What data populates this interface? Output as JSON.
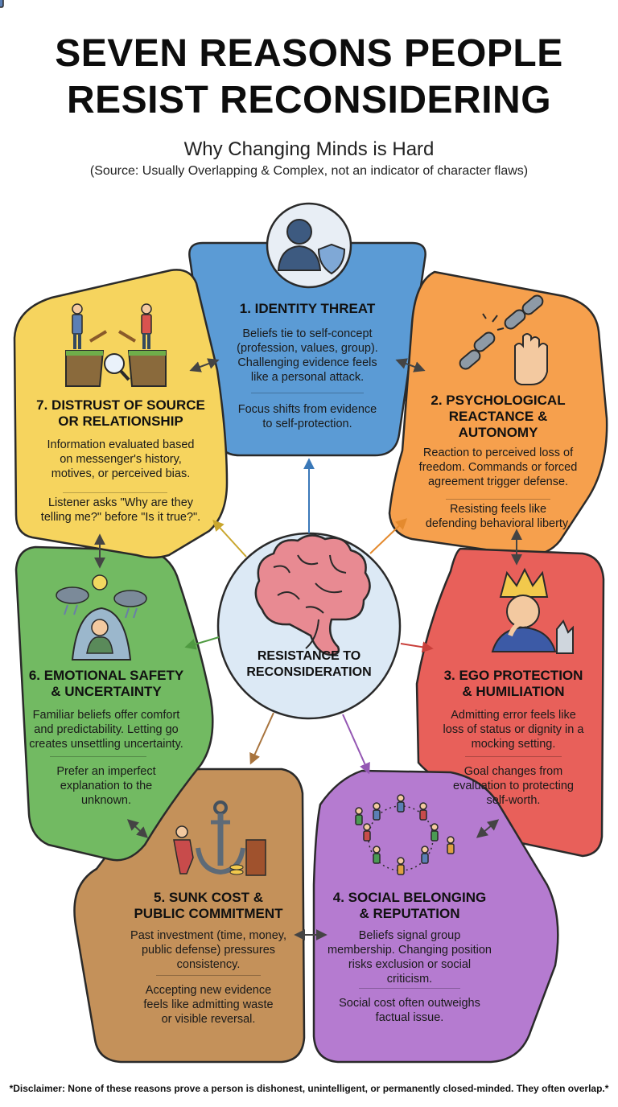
{
  "header": {
    "title_line1": "SEVEN REASONS PEOPLE",
    "title_line2": "RESIST RECONSIDERING",
    "subtitle": "Why Changing Minds is Hard",
    "source": "(Source: Usually Overlapping & Complex, not an indicator of character flaws)"
  },
  "center": {
    "label_line1": "RESISTANCE TO",
    "label_line2": "RECONSIDERATION"
  },
  "reasons": [
    {
      "title_lines": [
        "1. IDENTITY THREAT"
      ],
      "desc_lines": [
        "Beliefs tie to self-concept",
        "(profession, values, group).",
        "Challenging evidence feels",
        "like a personal attack."
      ],
      "note_lines": [
        "Focus shifts from evidence",
        "to self-protection."
      ]
    },
    {
      "title_lines": [
        "2. PSYCHOLOGICAL",
        "REACTANCE &",
        "AUTONOMY"
      ],
      "desc_lines": [
        "Reaction to perceived loss of",
        "freedom. Commands or forced",
        "agreement trigger defense."
      ],
      "note_lines": [
        "Resisting feels like",
        "defending behavioral liberty."
      ]
    },
    {
      "title_lines": [
        "3. EGO PROTECTION",
        "& HUMILIATION"
      ],
      "desc_lines": [
        "Admitting error feels like",
        "loss of status or dignity in a",
        "mocking setting."
      ],
      "note_lines": [
        "Goal changes from",
        "evaluation to protecting",
        "self-worth."
      ]
    },
    {
      "title_lines": [
        "4. SOCIAL BELONGING",
        "& REPUTATION"
      ],
      "desc_lines": [
        "Beliefs signal group",
        "membership. Changing position",
        "risks exclusion or social",
        "criticism."
      ],
      "note_lines": [
        "Social cost often outweighs",
        "factual issue."
      ]
    },
    {
      "title_lines": [
        "5. SUNK COST &",
        "PUBLIC COMMITMENT"
      ],
      "desc_lines": [
        "Past investment (time, money,",
        "public defense) pressures",
        "consistency."
      ],
      "note_lines": [
        "Accepting new evidence",
        "feels like admitting waste",
        "or visible reversal."
      ]
    },
    {
      "title_lines": [
        "6. EMOTIONAL SAFETY",
        "& UNCERTAINTY"
      ],
      "desc_lines": [
        "Familiar beliefs offer comfort",
        "and predictability. Letting go",
        "creates unsettling uncertainty."
      ],
      "note_lines": [
        "Prefer an imperfect",
        "explanation to the",
        "unknown."
      ]
    },
    {
      "title_lines": [
        "7. DISTRUST OF SOURCE",
        "OR RELATIONSHIP"
      ],
      "desc_lines": [
        "Information evaluated based",
        "on messenger's history,",
        "motives, or perceived bias."
      ],
      "note_lines": [
        "Listener asks \"Why are they",
        "telling me?\" before \"Is it true?\"."
      ]
    }
  ],
  "disclaimer": "*Disclaimer: None of these reasons prove a person is dishonest, unintelligent, or permanently closed-minded. They often overlap.*",
  "colors": {
    "identity": "#5b9bd5",
    "reactance": "#f6a04d",
    "ego": "#e8605a",
    "social": "#b57bd0",
    "sunk": "#c4915a",
    "emotional": "#72ba62",
    "distrust": "#f6d45e",
    "center": "#dce9f5",
    "outline": "#2a2a2a"
  },
  "icons": [
    "person-shield-icon",
    "broken-chain-hand-icon",
    "crying-king-icon",
    "people-circle-icon",
    "anchor-icon",
    "storm-person-icon",
    "broken-bridge-icon",
    "brain-icon"
  ]
}
